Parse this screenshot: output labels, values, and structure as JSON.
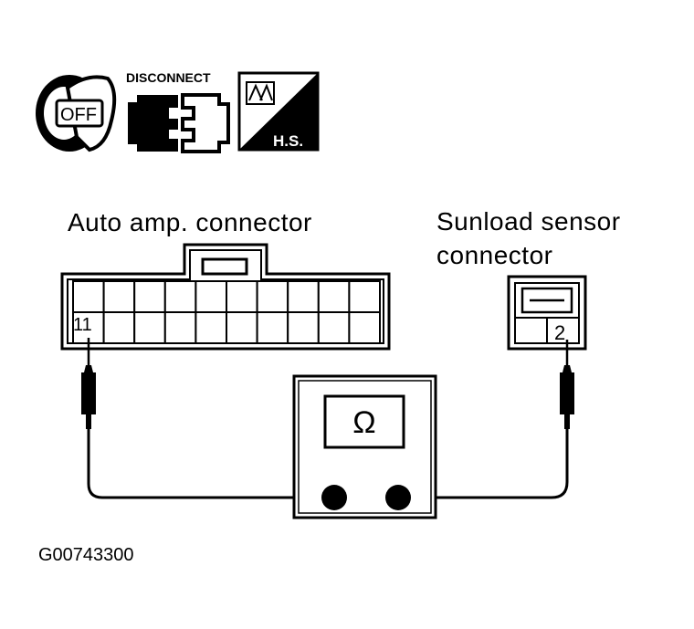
{
  "icons": {
    "ignition": {
      "icon": "ignition-key-icon",
      "text": "OFF"
    },
    "disconnect": {
      "icon": "connector-disconnect-icon",
      "text": "DISCONNECT"
    },
    "harness": {
      "icon": "harness-side-icon",
      "text": "H.S."
    }
  },
  "labels": {
    "auto_amp": "Auto amp. connector",
    "sunload_line1": "Sunload sensor",
    "sunload_line2": "connector"
  },
  "pins": {
    "auto_amp_pin": "11",
    "sunload_pin": "2"
  },
  "meter": {
    "symbol": "Ω"
  },
  "figure_id": "G00743300"
}
